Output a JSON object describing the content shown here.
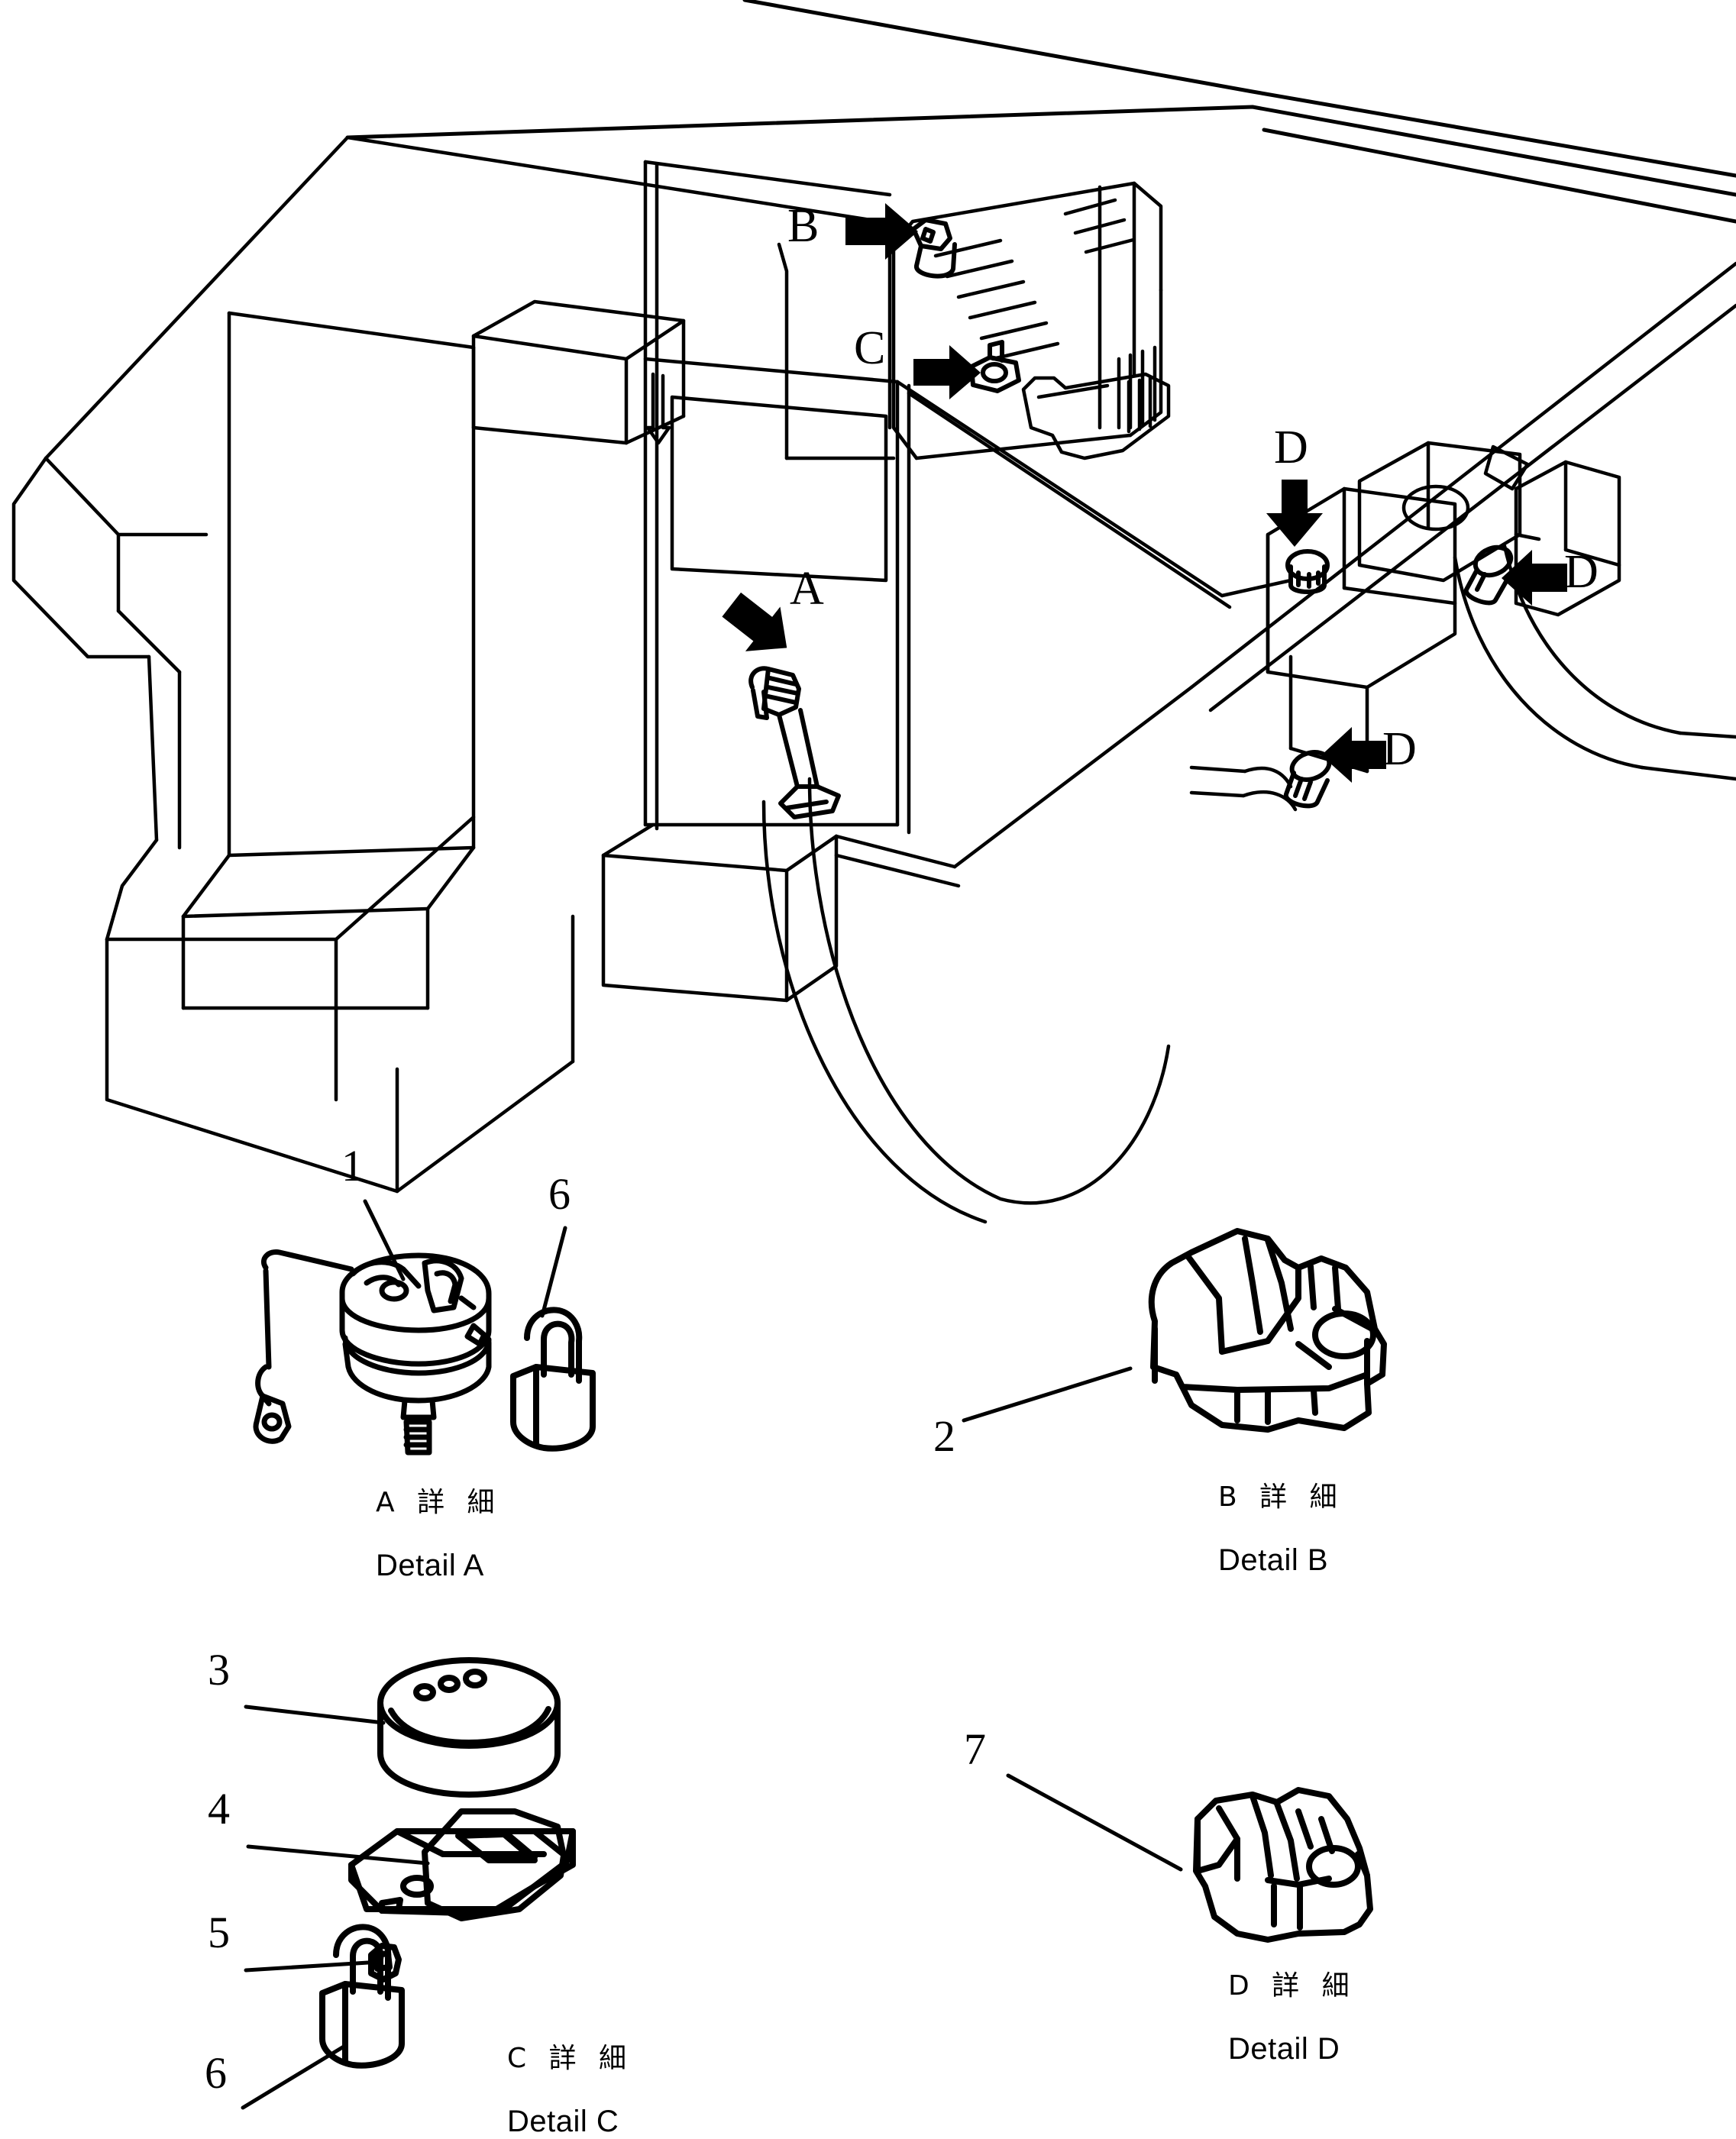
{
  "document": {
    "type": "parts-diagram",
    "title": "Machine assembly parts illustration",
    "ink_color": "#000000",
    "background_color": "#ffffff"
  },
  "machine_view": {
    "name": "isometric-machine-view",
    "callouts": [
      {
        "id": "A",
        "letter": "A",
        "arrow": "down-right",
        "target": "filler-neck-cap"
      },
      {
        "id": "B",
        "letter": "B",
        "arrow": "right",
        "target": "tank-cap-upper"
      },
      {
        "id": "C",
        "letter": "C",
        "arrow": "right",
        "target": "tank-latch-plate"
      },
      {
        "id": "D1",
        "letter": "D",
        "arrow": "down",
        "target": "battery-box-cap-left"
      },
      {
        "id": "D2",
        "letter": "D",
        "arrow": "left",
        "target": "battery-box-cap-right"
      },
      {
        "id": "D3",
        "letter": "D",
        "arrow": "left",
        "target": "battery-box-cap-lower"
      }
    ]
  },
  "details": [
    {
      "id": "detail-a",
      "jp": "A 詳 細",
      "en": "Detail A",
      "parts": [
        {
          "number": "1",
          "name": "filler-cap-with-chain"
        },
        {
          "number": "6",
          "name": "padlock"
        }
      ]
    },
    {
      "id": "detail-b",
      "jp": "B 詳 細",
      "en": "Detail B",
      "parts": [
        {
          "number": "2",
          "name": "cover-cap"
        }
      ]
    },
    {
      "id": "detail-c",
      "jp": "C 詳 細",
      "en": "Detail C",
      "parts": [
        {
          "number": "3",
          "name": "ring-collar"
        },
        {
          "number": "4",
          "name": "bracket-plate"
        },
        {
          "number": "5",
          "name": "nut"
        },
        {
          "number": "6",
          "name": "padlock"
        }
      ]
    },
    {
      "id": "detail-d",
      "jp": "D 詳 細",
      "en": "Detail D",
      "parts": [
        {
          "number": "7",
          "name": "cap-cover"
        }
      ]
    }
  ],
  "labels": {
    "callout_a": "A",
    "callout_b": "B",
    "callout_c": "C",
    "callout_d1": "D",
    "callout_d2": "D",
    "callout_d3": "D",
    "num_1_a": "1",
    "num_6_a": "6",
    "num_2": "2",
    "num_3": "3",
    "num_4": "4",
    "num_5": "5",
    "num_6_c": "6",
    "num_7": "7",
    "detail_a_jp": "A 詳 細",
    "detail_a_en": "Detail A",
    "detail_b_jp": "B 詳 細",
    "detail_b_en": "Detail B",
    "detail_c_jp": "C 詳 細",
    "detail_c_en": "Detail C",
    "detail_d_jp": "D 詳 細",
    "detail_d_en": "Detail D"
  }
}
